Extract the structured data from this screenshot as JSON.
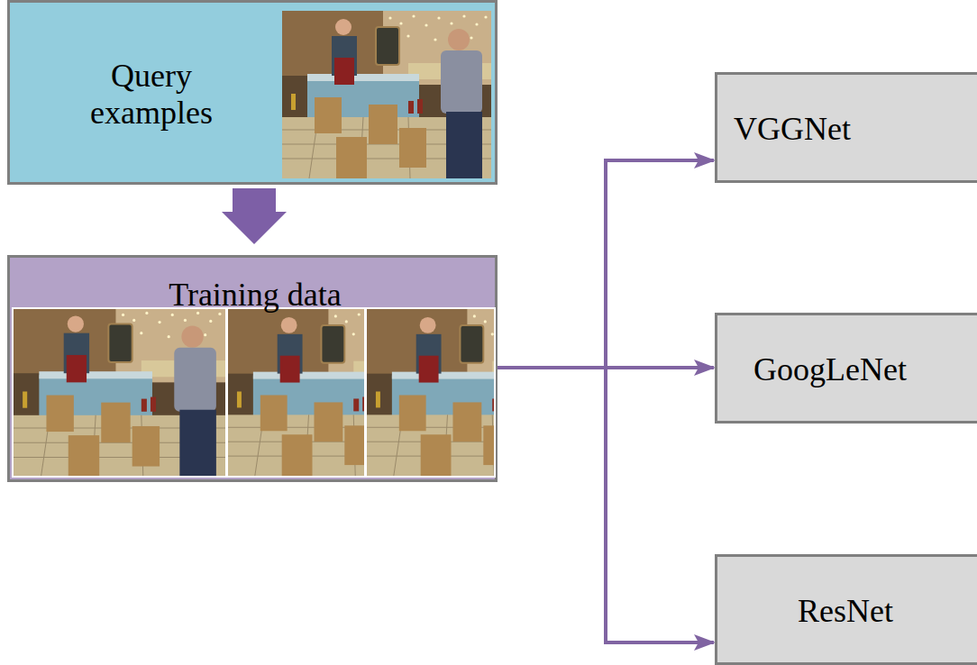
{
  "diagram": {
    "nodes": [
      {
        "text": [
          "Query examples"
        ]
      },
      {
        "text": [
          "Training data"
        ]
      },
      {
        "text": [
          "VGGNet"
        ]
      },
      {
        "text": [
          "GoogLeNet"
        ]
      },
      {
        "text": [
          "ResNet"
        ]
      }
    ],
    "edges": [
      {
        "from": 0,
        "to": 1,
        "arrow": "to"
      },
      {
        "from": 1,
        "to": 2,
        "arrow": "to"
      },
      {
        "from": 1,
        "to": 3,
        "arrow": "to"
      },
      {
        "from": 1,
        "to": 4,
        "arrow": "to"
      }
    ]
  }
}
